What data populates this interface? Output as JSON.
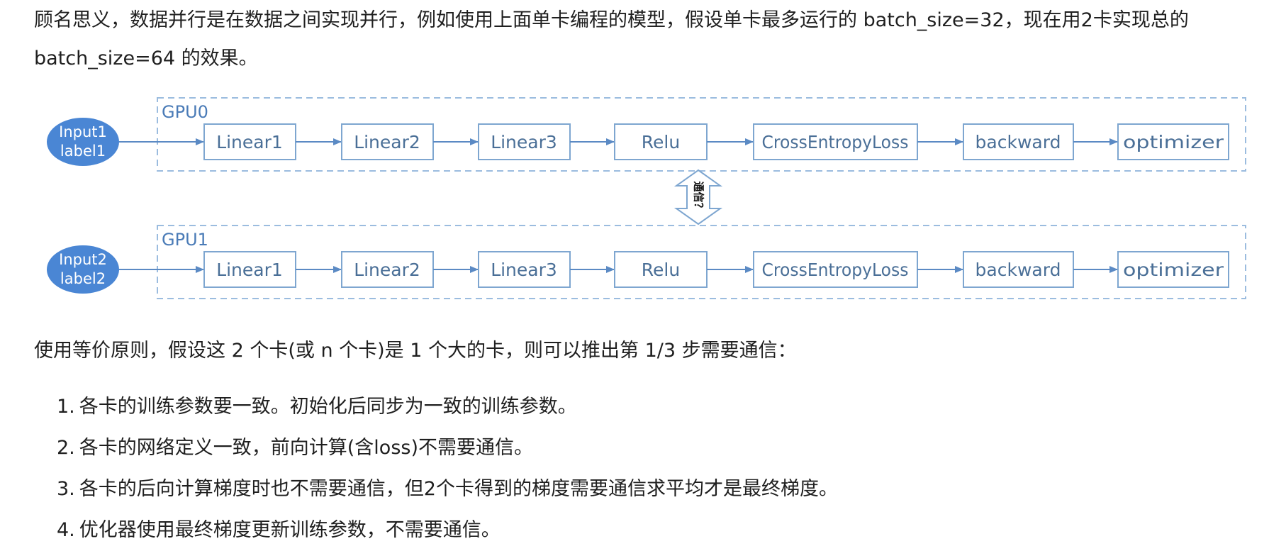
{
  "intro_text": "顾名思义，数据并行是在数据之间实现并行，例如使用上面单卡编程的模型，假设单卡最多运行的 batch_size=32，现在用2卡实现总的 batch_size=64 的效果。",
  "diagram": {
    "gpus": [
      {
        "label": "GPU0",
        "input_line1": "Input1",
        "input_line2": "label1"
      },
      {
        "label": "GPU1",
        "input_line1": "Input2",
        "input_line2": "label2"
      }
    ],
    "steps": [
      "Linear1",
      "Linear2",
      "Linear3",
      "Relu",
      "CrossEntropyLoss",
      "backward",
      "optimizer"
    ],
    "communication_label": "通信？",
    "colors": {
      "box_border": "#7ea6d0",
      "arrow": "#5b8ac4",
      "ellipse": "#4a86d4",
      "gpu_border": "#9bbcdf"
    }
  },
  "summary_text": "使用等价原则，假设这 2 个卡(或 n 个卡)是 1 个大的卡，则可以推出第 1/3 步需要通信：",
  "list_items": [
    {
      "num": "1.",
      "text": "各卡的训练参数要一致。初始化后同步为一致的训练参数。"
    },
    {
      "num": "2.",
      "text": "各卡的网络定义一致，前向计算(含loss)不需要通信。"
    },
    {
      "num": "3.",
      "text": "各卡的后向计算梯度时也不需要通信，但2个卡得到的梯度需要通信求平均才是最终梯度。"
    },
    {
      "num": "4.",
      "text": "优化器使用最终梯度更新训练参数，不需要通信。"
    }
  ]
}
